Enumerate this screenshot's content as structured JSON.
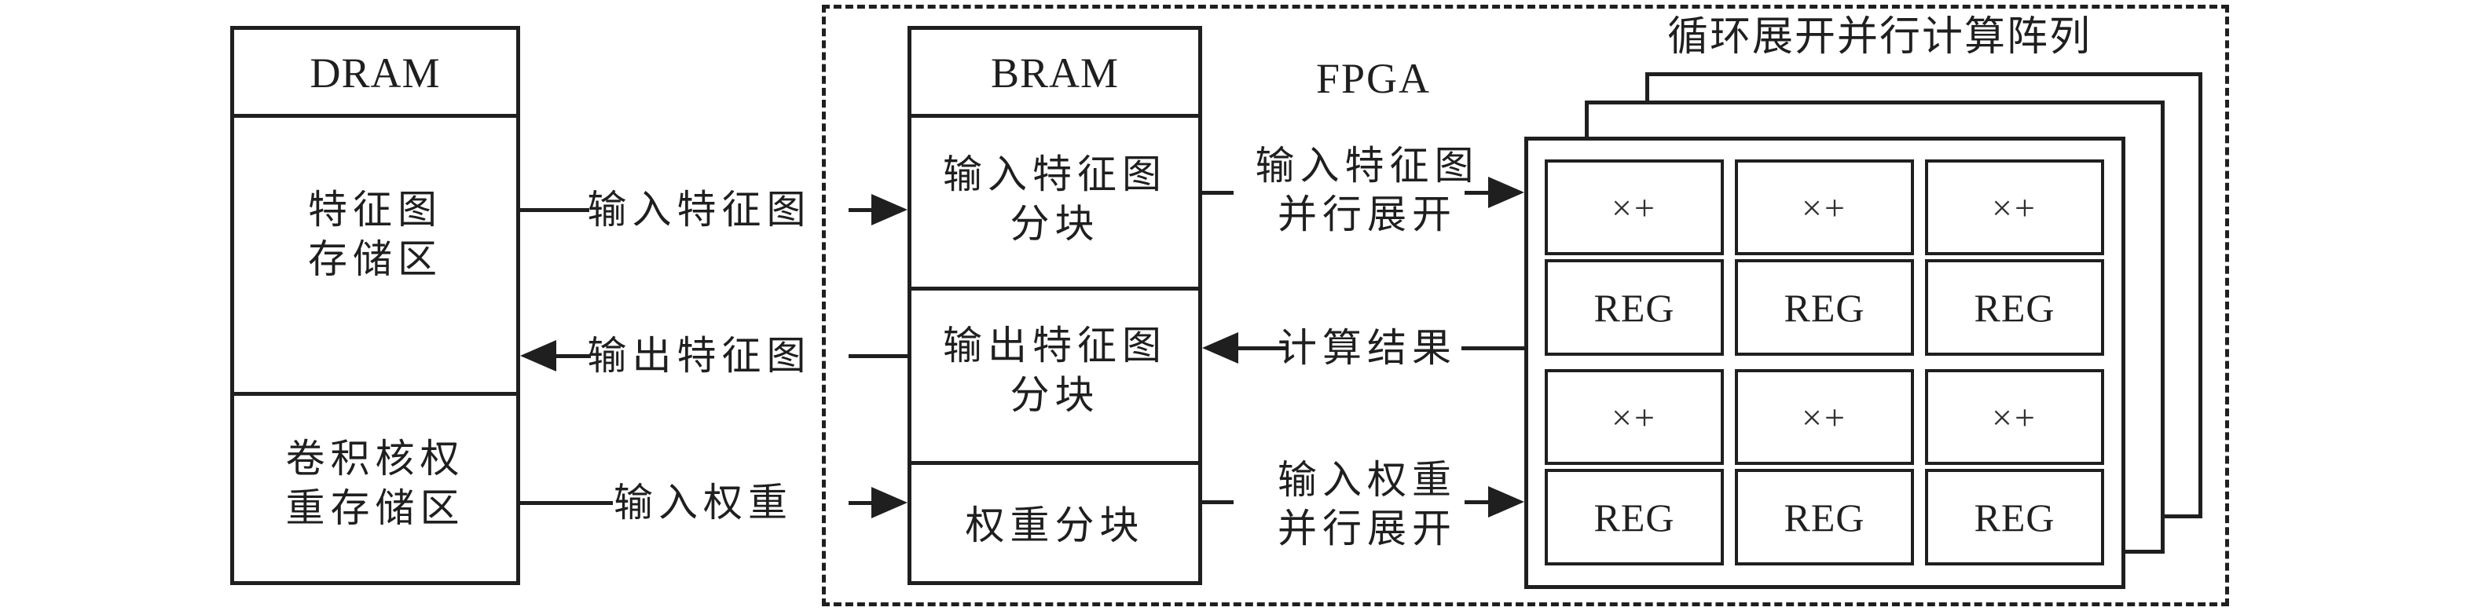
{
  "colors": {
    "ink": "#1f1f1f",
    "background": "#ffffff"
  },
  "dram": {
    "title": "DRAM",
    "section1_line1": "特征图",
    "section1_line2": "存储区",
    "section2_line1": "卷积核权",
    "section2_line2": "重存储区"
  },
  "bram": {
    "title": "BRAM",
    "section1_line1": "输入特征图",
    "section1_line2": "分块",
    "section2_line1": "输出特征图",
    "section2_line2": "分块",
    "section3": "权重分块"
  },
  "fpga_label": "FPGA",
  "links": {
    "input_fmap": "输入特征图",
    "output_fmap": "输出特征图",
    "input_weight": "输入权重",
    "unroll_fmap_line1": "输入特征图",
    "unroll_fmap_line2": "并行展开",
    "compute_result": "计算结果",
    "unroll_weight_line1": "输入权重",
    "unroll_weight_line2": "并行展开"
  },
  "array": {
    "title": "循环展开并行计算阵列",
    "op": "×+",
    "reg": "REG",
    "rows": 2,
    "cols": 3,
    "layers": 3
  }
}
